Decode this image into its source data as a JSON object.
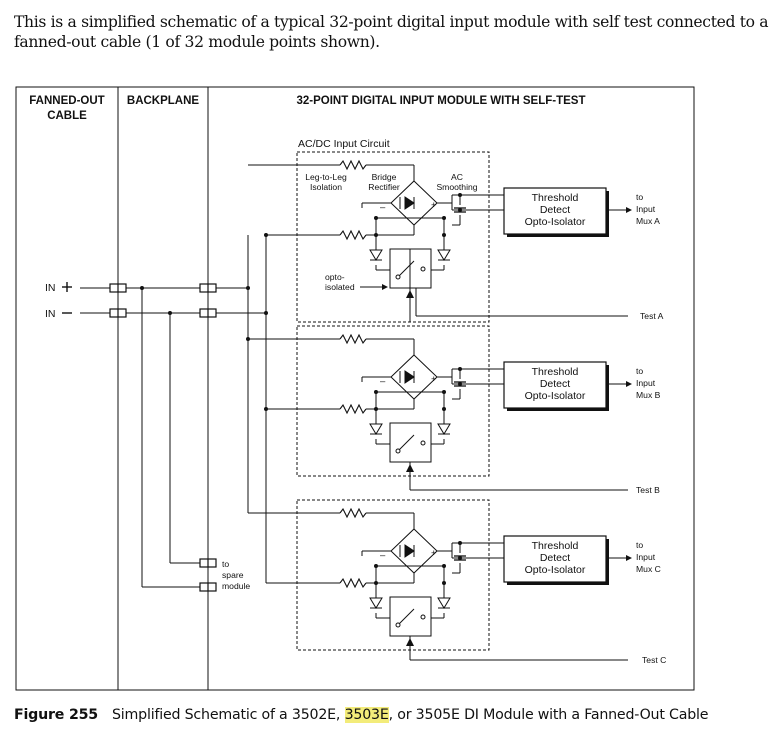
{
  "intro": "This is a simplified schematic of a typical 32-point digital input module with self test connected to a fanned-out cable (1 of 32 module points shown).",
  "diagram": {
    "col_headers": {
      "cable_line1": "FANNED-OUT",
      "cable_line2": "CABLE",
      "backplane": "BACKPLANE",
      "module": "32-POINT DIGITAL INPUT MODULE WITH SELF-TEST"
    },
    "circuit_title": "AC/DC Input Circuit",
    "leg_label_1": "Leg-to-Leg",
    "leg_label_2": "Isolation",
    "bridge_label_1": "Bridge",
    "bridge_label_2": "Rectifier",
    "ac_label_1": "AC",
    "ac_label_2": "Smoothing",
    "opto_label_1": "opto-",
    "opto_label_2": "isolated",
    "in_plus": "IN",
    "in_minus": "IN",
    "spare_1": "to",
    "spare_2": "spare",
    "spare_3": "module",
    "threshold_1": "Threshold",
    "threshold_2": "Detect",
    "threshold_3": "Opto-Isolator",
    "minus_sign": "–",
    "plus_sign": "+",
    "to": "to",
    "input": "Input",
    "channels": [
      {
        "mux": "Mux A",
        "test": "Test A"
      },
      {
        "mux": "Mux B",
        "test": "Test B"
      },
      {
        "mux": "Mux C",
        "test": "Test C"
      }
    ]
  },
  "caption": {
    "figure": "Figure 255",
    "pre": "Simplified Schematic of a 3502E,",
    "highlight": "3503E",
    "post": ", or 3505E DI Module with a Fanned-Out Cable"
  }
}
